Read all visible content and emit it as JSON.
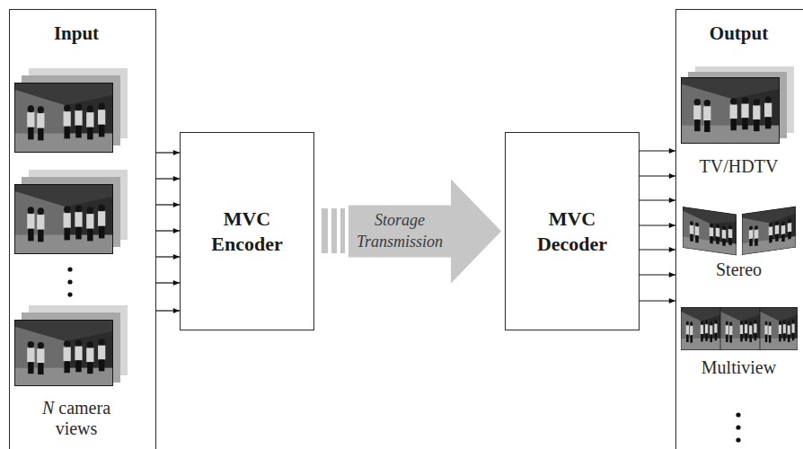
{
  "diagram": {
    "nodes": [
      {
        "text": [
          "Input",
          "N camera views"
        ]
      },
      {
        "text": [
          "MVC Encoder"
        ]
      },
      {
        "text": [
          "MVC Decoder"
        ]
      },
      {
        "text": [
          "Output",
          "TV/HDTV",
          "Stereo",
          "Multiview"
        ]
      }
    ],
    "edges": [
      {
        "from": 0,
        "to": 1,
        "arrow": "to"
      },
      {
        "from": 0,
        "to": 1,
        "arrow": "to"
      },
      {
        "from": 0,
        "to": 1,
        "arrow": "to"
      },
      {
        "from": 0,
        "to": 1,
        "arrow": "to"
      },
      {
        "from": 0,
        "to": 1,
        "arrow": "to"
      },
      {
        "from": 0,
        "to": 1,
        "arrow": "to"
      },
      {
        "from": 0,
        "to": 1,
        "arrow": "to"
      },
      {
        "from": 1,
        "to": 2,
        "arrow": "to",
        "label": "Storage Transmission"
      },
      {
        "from": 2,
        "to": 3,
        "arrow": "to"
      },
      {
        "from": 2,
        "to": 3,
        "arrow": "to"
      },
      {
        "from": 2,
        "to": 3,
        "arrow": "to"
      },
      {
        "from": 2,
        "to": 3,
        "arrow": "to"
      },
      {
        "from": 2,
        "to": 3,
        "arrow": "to"
      },
      {
        "from": 2,
        "to": 3,
        "arrow": "to"
      },
      {
        "from": 2,
        "to": 3,
        "arrow": "to"
      }
    ]
  }
}
